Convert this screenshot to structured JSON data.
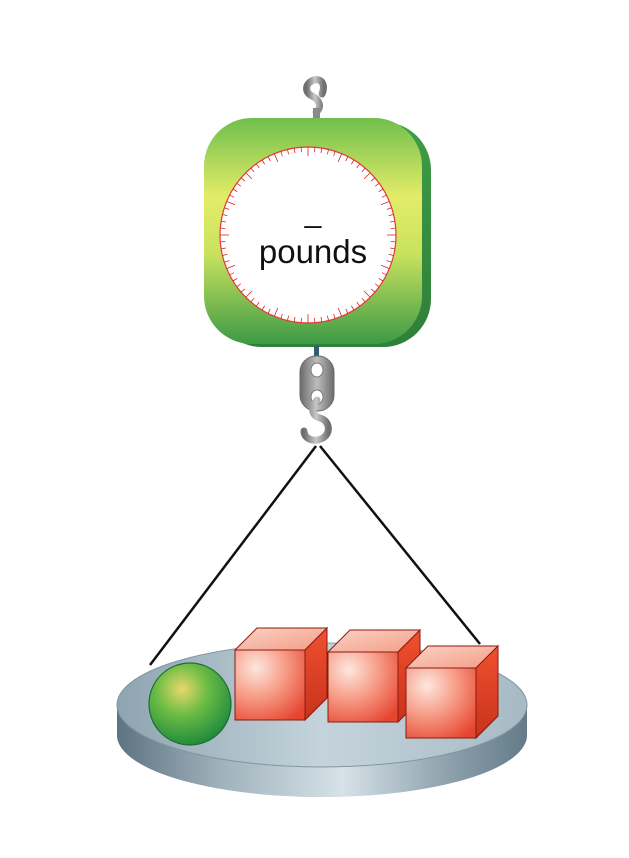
{
  "scale": {
    "reading": "_",
    "unit": "pounds"
  },
  "pan_contents": {
    "spheres": 1,
    "cubes": 3
  },
  "colors": {
    "scale_body_light": "#e8ee6a",
    "scale_body_dark": "#3f9a44",
    "dial_ticks": "#e02020",
    "cube_face": "#f26b50",
    "sphere": "#3aa84a",
    "pan": "#9fb3be",
    "hook": "#8c8c8c",
    "string": "#111111"
  }
}
